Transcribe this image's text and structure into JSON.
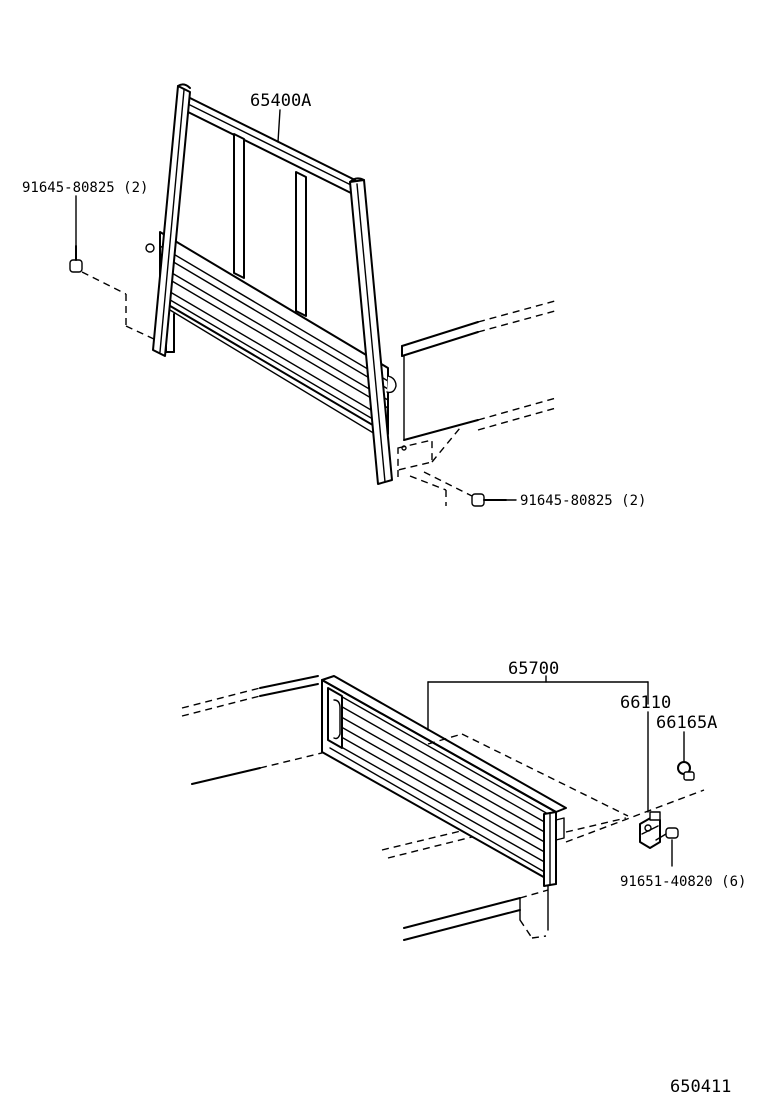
{
  "diagram": {
    "labels": {
      "headboard": "65400A",
      "bolt_left": "91645-80825 (2)",
      "bolt_right": "91645-80825 (2)",
      "tailgate": "65700",
      "hinge": "66110",
      "hinge_pin": "66165A",
      "hinge_bolt": "91651-40820 (6)",
      "figure_number": "650411"
    }
  }
}
